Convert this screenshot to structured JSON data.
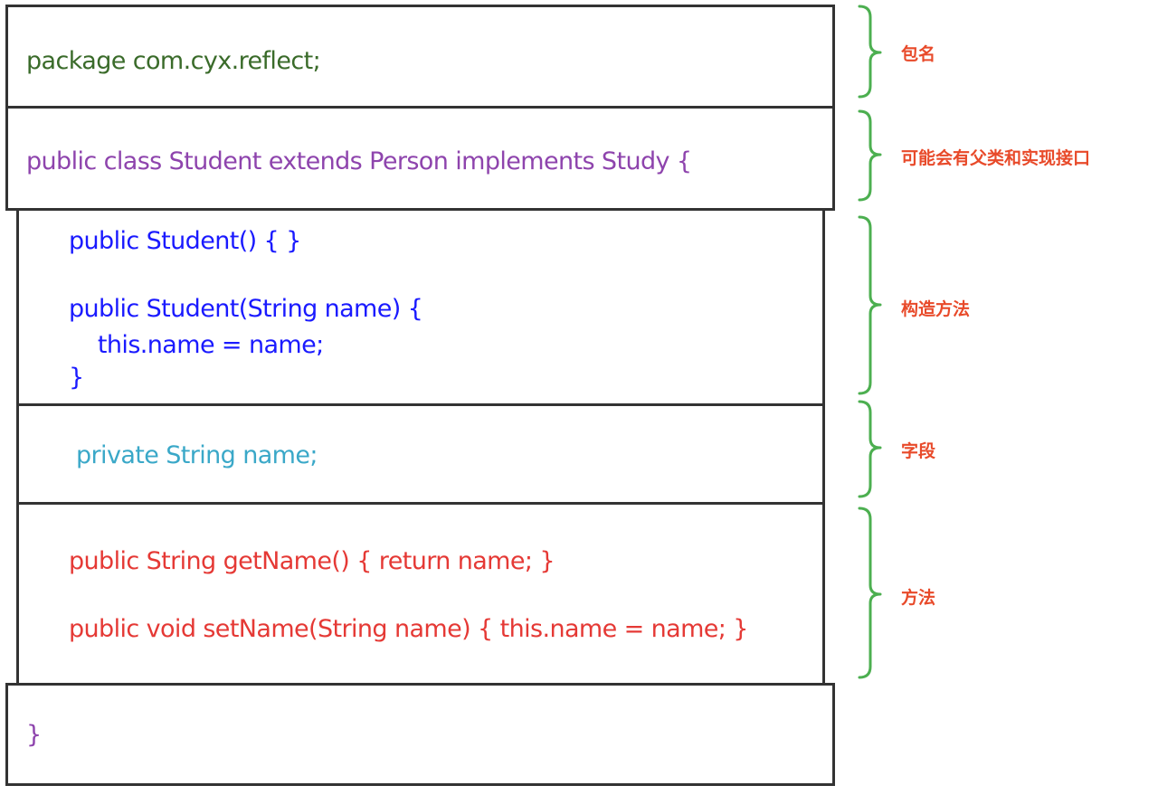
{
  "sections": {
    "package": {
      "line": "package com.cyx.reflect;",
      "label": "包名"
    },
    "class_decl": {
      "line": "public class Student extends Person implements Study {",
      "label": "可能会有父类和实现接口"
    },
    "constructors": {
      "lines": [
        "public Student() { }",
        "",
        "public Student(String name) {",
        "    this.name = name;",
        "}"
      ],
      "label": "构造方法"
    },
    "fields": {
      "line": "private String name;",
      "label": "字段"
    },
    "methods": {
      "lines": [
        "public String getName() { return name; }",
        "",
        "public void setName(String name) { this.name = name; }"
      ],
      "label": "方法"
    },
    "closing": {
      "line": "}"
    }
  },
  "colors": {
    "package": "#3a6b2a",
    "class_decl": "#8e44ad",
    "constructors": "#1a1aff",
    "fields": "#3aa8c8",
    "methods": "#e53935",
    "labels": "#e84a2a",
    "braces": "#4caf50",
    "borders": "#333333"
  }
}
